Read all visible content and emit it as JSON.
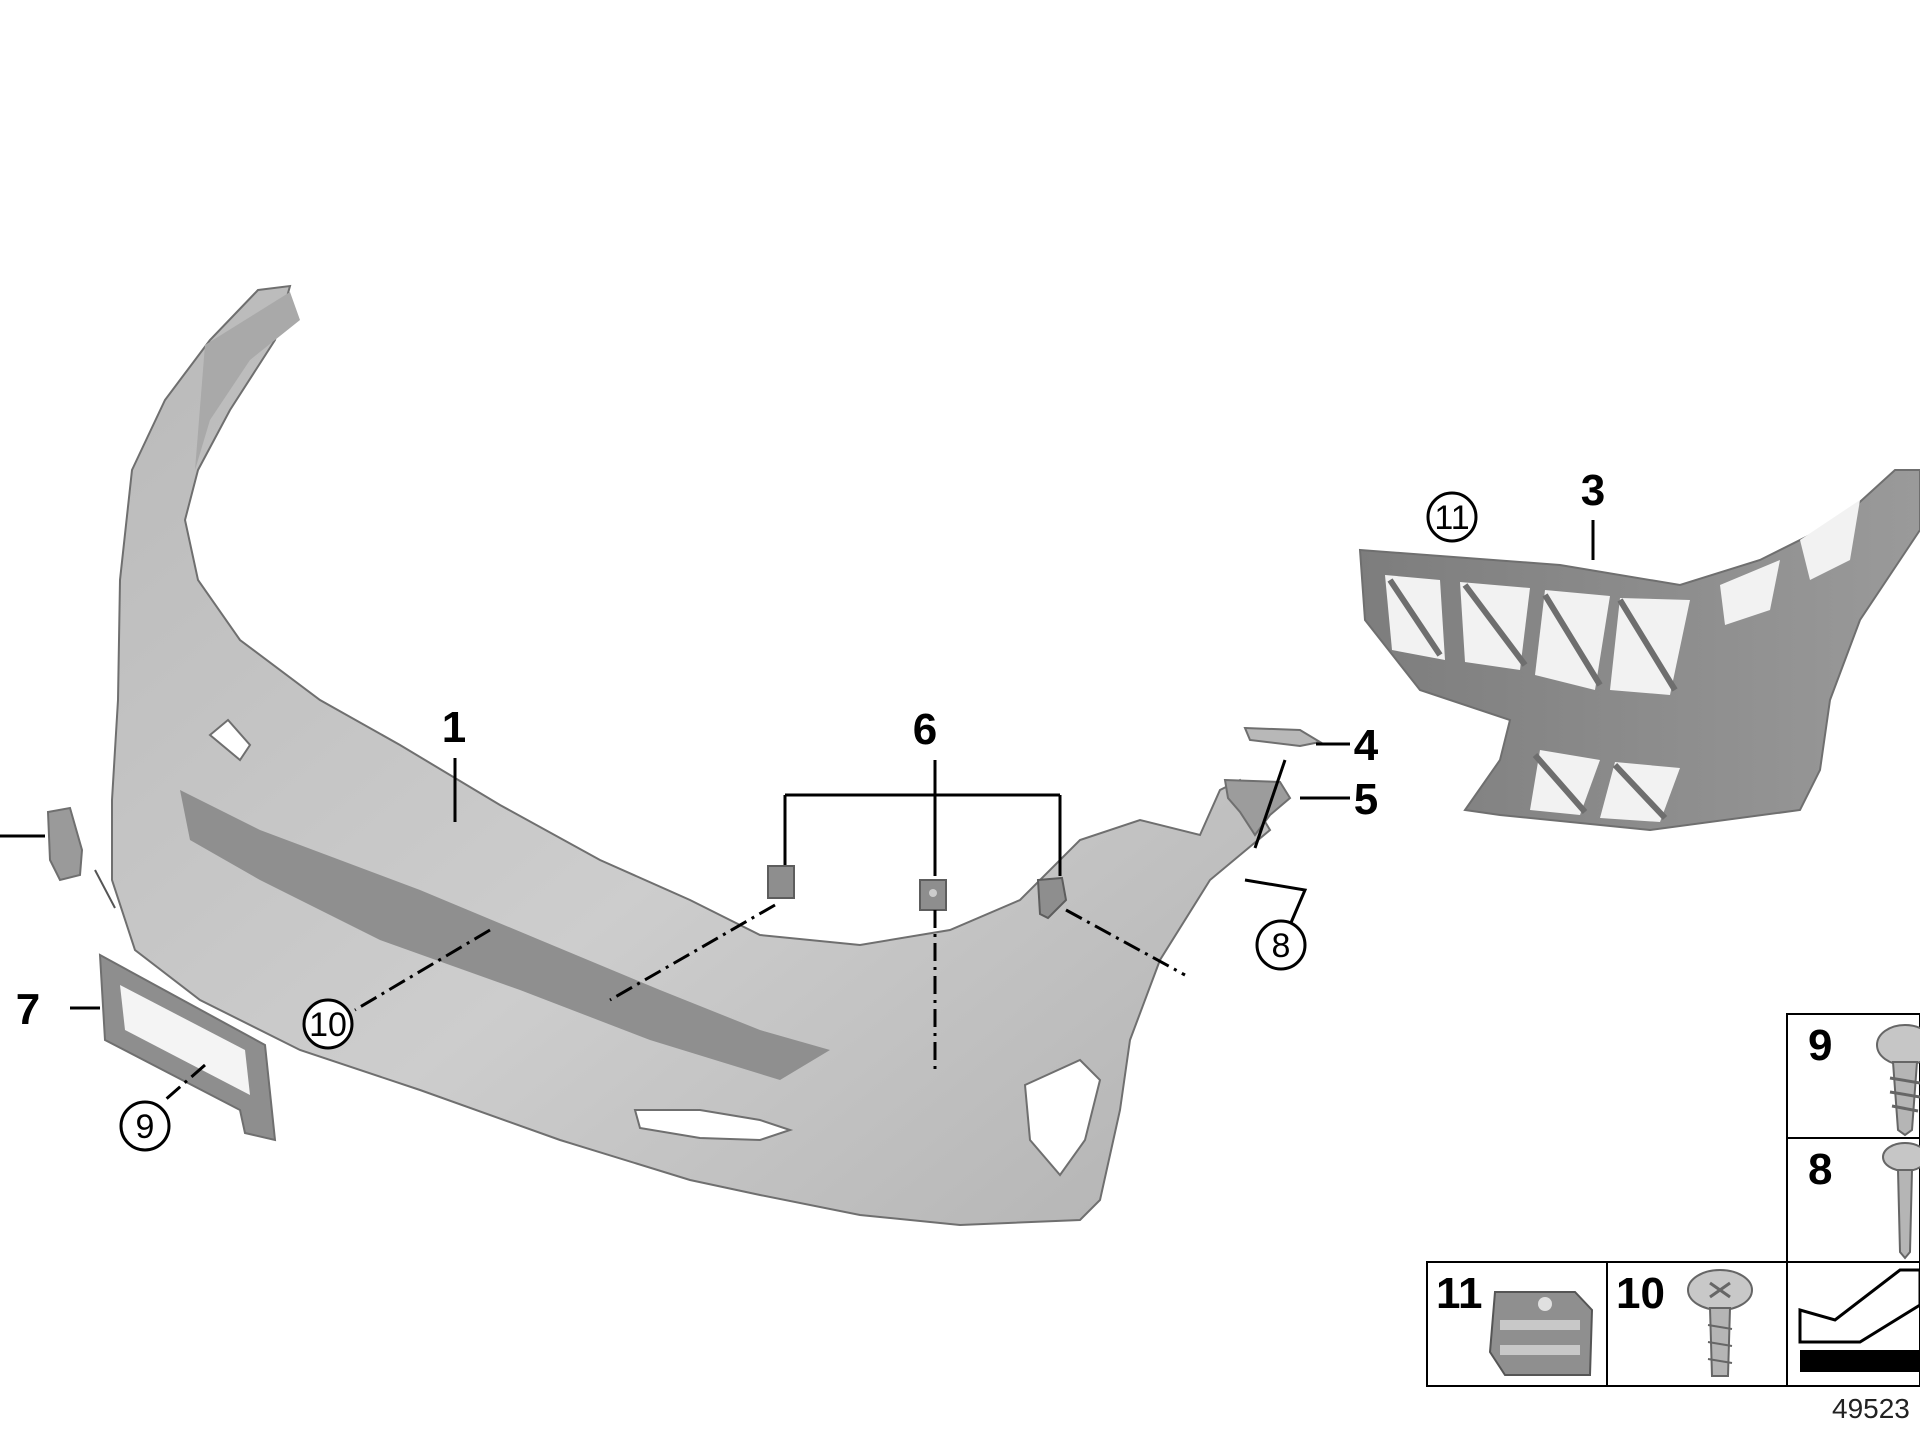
{
  "parts": {
    "p1": "1",
    "p3": "3",
    "p4": "4",
    "p5": "5",
    "p6": "6",
    "p7": "7",
    "c8": "8",
    "c9": "9",
    "c10": "10",
    "c11": "11"
  },
  "legend": {
    "screw_9": "9",
    "screw_8": "8",
    "nut_11": "11",
    "bolt_10": "10"
  },
  "doc_number": "49523",
  "colors": {
    "bumper_fill": "#c3c3c3",
    "bumper_dark": "#8f8f8f",
    "carrier_fill": "#8a8a8a",
    "line": "#000000"
  }
}
